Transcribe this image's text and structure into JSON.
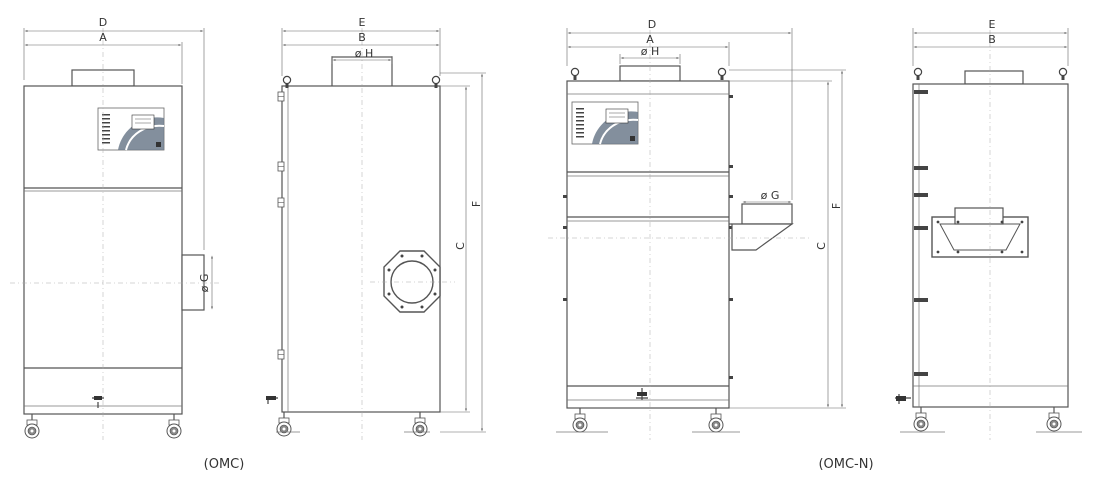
{
  "dimension_labels": {
    "d": "D",
    "a": "A",
    "e": "E",
    "b": "B",
    "h": "ø H",
    "g": "ø G",
    "c": "C",
    "f": "F"
  },
  "captions": {
    "omc": "(OMC)",
    "omc_n": "(OMC-N)"
  },
  "colors": {
    "line": "#555555",
    "panel_accent": "#6d7b8c"
  }
}
